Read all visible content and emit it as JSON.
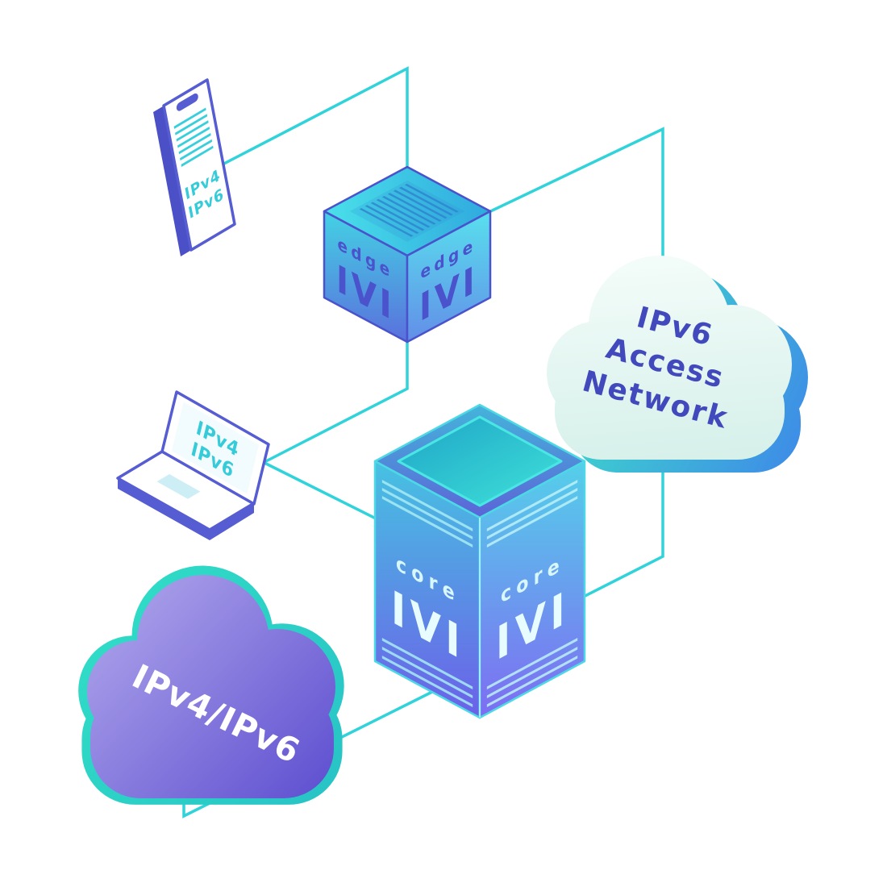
{
  "illustration": {
    "devices": {
      "smartphone": {
        "screen_label_line1": "IPv4",
        "screen_label_line2": "IPv6"
      },
      "laptop": {
        "screen_label_line1": "IPv4",
        "screen_label_line2": "IPv6"
      }
    },
    "routers": {
      "edge_cube": {
        "left_face": {
          "role_label": "edge",
          "tech_label": "IVI"
        },
        "right_face": {
          "role_label": "edge",
          "tech_label": "IVI"
        }
      },
      "core_tower": {
        "left_face": {
          "role_label": "core",
          "tech_label": "IVI"
        },
        "right_face": {
          "role_label": "core",
          "tech_label": "IVI"
        }
      }
    },
    "clouds": {
      "ipv6_access": {
        "line1": "IPv6",
        "line2": "Access",
        "line3": "Network"
      },
      "dual_stack": {
        "label": "IPv4/IPv6"
      }
    },
    "colors": {
      "connector_cyan": "#31d3da",
      "outline_purple": "#565cd2",
      "cube_edge_blue": "#4a52cc",
      "tower_edge_cyan": "#4ed8e6",
      "device_label_cyan": "#35cbd8",
      "cloud_text_blue": "#4149bc",
      "cloud_text_white": "#ffffff",
      "cloud_teal": "#30ddc6",
      "cloud_purple": "#6a5cd8",
      "background": "#ffffff"
    }
  }
}
